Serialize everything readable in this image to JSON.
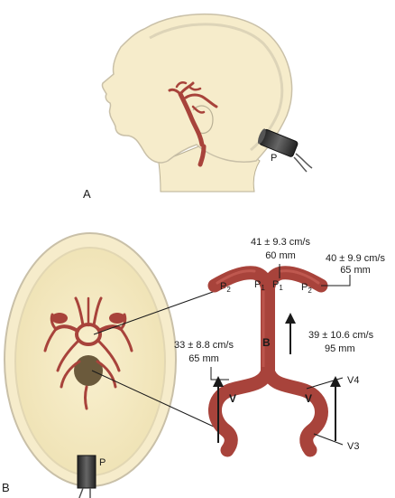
{
  "panel_a": {
    "label": "A",
    "probe_label": "P"
  },
  "panel_b": {
    "label": "B",
    "probe_label": "P",
    "vessel_labels": {
      "p2_left": "P",
      "p2_left_sub": "2",
      "p1_left": "P",
      "p1_left_sub": "1",
      "p1_right": "P",
      "p1_right_sub": "1",
      "p2_right": "P",
      "p2_right_sub": "2",
      "basilar": "B",
      "v_left": "V",
      "v_right": "V",
      "v4": "V4",
      "v3": "V3"
    },
    "measurements": {
      "top_velocity": "41 ± 9.3 cm/s",
      "top_depth": "60 mm",
      "p2_velocity": "40 ± 9.9 cm/s",
      "p2_depth": "65 mm",
      "basilar_velocity": "39 ± 10.6 cm/s",
      "basilar_depth": "95 mm",
      "vertebral_velocity": "33 ± 8.8 cm/s",
      "vertebral_depth": "65 mm"
    }
  },
  "colors": {
    "skin": "#f6eccb",
    "skull_outline": "#c9c0a8",
    "vessel": "#a8433b",
    "vessel_dark": "#8a3029",
    "probe": "#3a3a3a",
    "brainstem": "#6b5a3c"
  }
}
